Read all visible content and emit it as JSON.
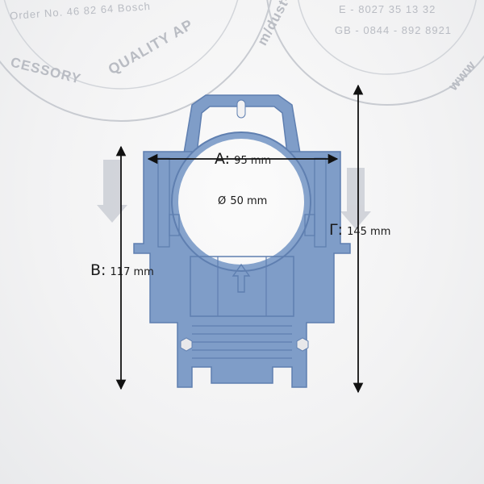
{
  "print": {
    "order_number": "Order No. 46 82 64 Bosch",
    "phone_e": "E - 8027 35 13 32",
    "phone_gb": "GB - 0844 - 892 8921",
    "arc_left": "CESSORY",
    "arc_quality": "QUALITY AP",
    "arc_url": "m/dust-bag",
    "arc_www": "www"
  },
  "dimensions": {
    "a": {
      "key": "A:",
      "value": "95 mm"
    },
    "b": {
      "key": "B:",
      "value": "117 mm"
    },
    "c": {
      "key": "Γ:",
      "value": "145 mm"
    },
    "d": {
      "key": "Ø",
      "value": "50 mm"
    }
  },
  "colors": {
    "plate": "#7f9dc8",
    "plate_edge": "#5f7fb0",
    "arrow_line": "#111111",
    "bag": "#f3f3f4",
    "stamp": "#b9bcc3"
  }
}
